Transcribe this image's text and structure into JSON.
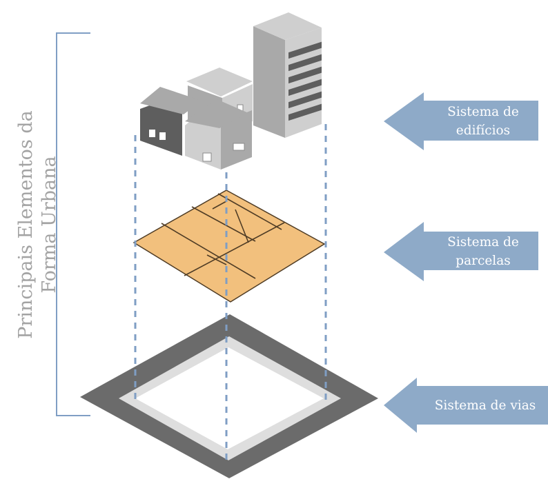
{
  "side_title": {
    "line1": "Principais Elementos da",
    "line2": "Forma Urbana"
  },
  "arrows": [
    {
      "line1": "Sistema de",
      "line2": "edifícios"
    },
    {
      "line1": "Sistema de",
      "line2": "parcelas"
    },
    {
      "line1": "Sistema de vias",
      "line2": ""
    }
  ],
  "colors": {
    "arrow_fill": "#8eaac8",
    "arrow_text": "#ffffff",
    "bracket": "#7f9ec4",
    "side_title_text": "#a3a3a3",
    "guide_dash": "#7f9ec4",
    "parcel_fill": "#f2c07d",
    "parcel_lines": "#4f3c25",
    "road_dark": "#6b6b6b",
    "road_light": "#dedede",
    "building_light": "#cfcfcf",
    "building_mid": "#a9a9a9",
    "building_dark": "#5e5e5e"
  },
  "icons": {
    "buildings": "isometric-buildings-icon",
    "parcels": "isometric-parcels-icon",
    "roads": "isometric-road-ring-icon",
    "arrows": "left-arrow-icon"
  }
}
